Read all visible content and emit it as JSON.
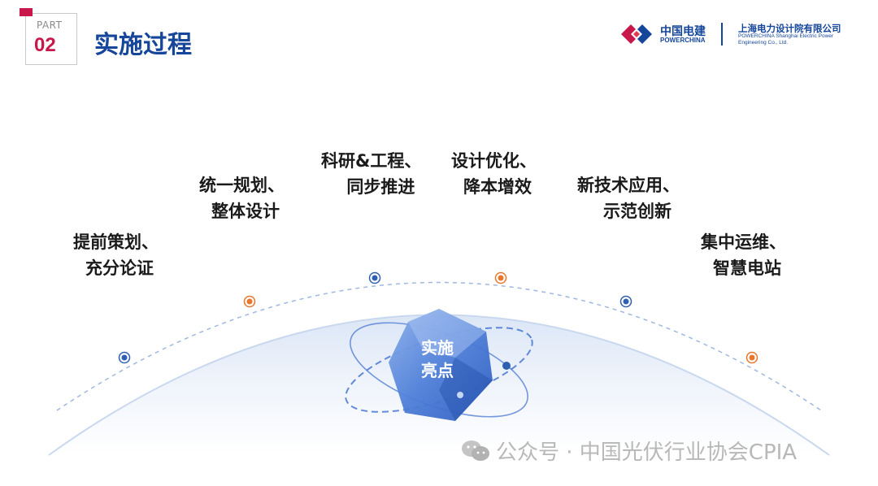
{
  "header": {
    "part_label": "PART",
    "part_number": "02",
    "title": "实施过程"
  },
  "logo": {
    "brand_cn": "中国电建",
    "brand_en": "POWERCHINA",
    "company_cn": "上海电力设计院有限公司",
    "company_en_line1": "POWERCHINA Shanghai Electric Power",
    "company_en_line2": "Engineering Co., Ltd."
  },
  "steps": [
    {
      "line1": "提前策划、",
      "line2": "充分论证",
      "dot_color": "#2f5fb0"
    },
    {
      "line1": "统一规划、",
      "line2": "整体设计",
      "dot_color": "#e8772e"
    },
    {
      "line1": "科研&工程、",
      "line2": "同步推进",
      "dot_color": "#2f5fb0"
    },
    {
      "line1": "设计优化、",
      "line2": "降本增效",
      "dot_color": "#e8772e"
    },
    {
      "line1": "新技术应用、",
      "line2": "示范创新",
      "dot_color": "#2f5fb0"
    },
    {
      "line1": "集中运维、",
      "line2": "智慧电站",
      "dot_color": "#e8772e"
    }
  ],
  "core": {
    "line1": "实施",
    "line2": "亮点"
  },
  "watermark": "公众号 · 中国光伏行业协会CPIA",
  "colors": {
    "primary": "#15469a",
    "accent": "#c8174a",
    "blue_dot": "#2f5fb0",
    "orange_dot": "#e8772e"
  }
}
